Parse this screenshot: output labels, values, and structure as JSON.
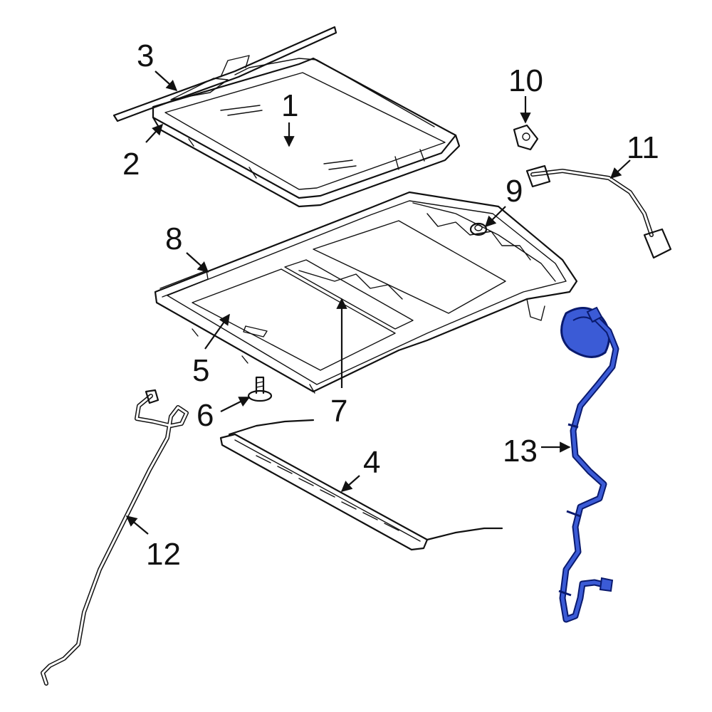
{
  "callouts": {
    "c1": "1",
    "c2": "2",
    "c3": "3",
    "c4": "4",
    "c5": "5",
    "c6": "6",
    "c7": "7",
    "c8": "8",
    "c9": "9",
    "c10": "10",
    "c11": "11",
    "c12": "12",
    "c13": "13"
  },
  "colors": {
    "highlight": "#3b5bd6",
    "highlight_outline": "#0a1a6e",
    "linework": "#111111",
    "background": "#ffffff"
  },
  "highlighted_part": "13"
}
